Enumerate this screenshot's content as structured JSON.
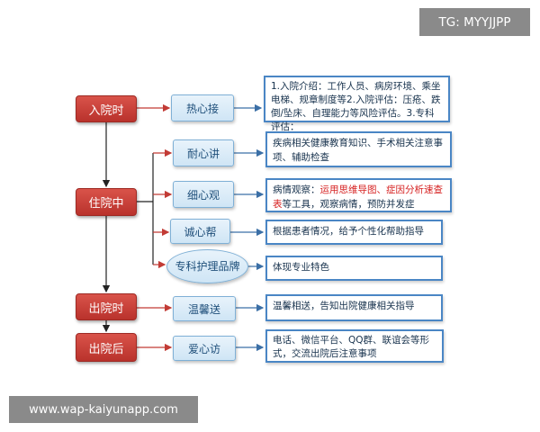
{
  "watermark": {
    "tg": "TG: MYYJJPP",
    "site": "www.wap-kaiyunapp.com"
  },
  "phases": {
    "admission": "入院时",
    "stay": "住院中",
    "discharge": "出院时",
    "after": "出院后"
  },
  "steps": {
    "warm_reception": "热心接",
    "patient_explain": "耐心讲",
    "careful_observe": "细心观",
    "sincere_help": "诚心帮",
    "specialty_brand": "专科护理品牌",
    "warm_farewell": "温馨送",
    "caring_visit": "爱心访"
  },
  "descriptions": {
    "warm_reception": "1.入院介绍：工作人员、病房环境、乘坐电梯、规章制度等2.入院评估：压疮、跌倒/坠床、自理能力等风险评估。3.专科评估：",
    "patient_explain": "疾病相关健康教育知识、手术相关注意事项、辅助检查",
    "careful_observe_prefix": "病情观察：",
    "careful_observe_highlight": "运用思维导图、症因分析速查表",
    "careful_observe_suffix": "等工具，观察病情，预防并发症",
    "sincere_help": "根据患者情况，给予个性化帮助指导",
    "specialty_brand": "体现专业特色",
    "warm_farewell": "温馨相送，告知出院健康相关指导",
    "caring_visit": "电话、微信平台、QQ群、联谊会等形式，交流出院后注意事项"
  },
  "colors": {
    "phase_fill": "#c8403a",
    "step_fill": "#d9ebf7",
    "desc_border": "#4a86c5",
    "highlight": "#d62020"
  }
}
